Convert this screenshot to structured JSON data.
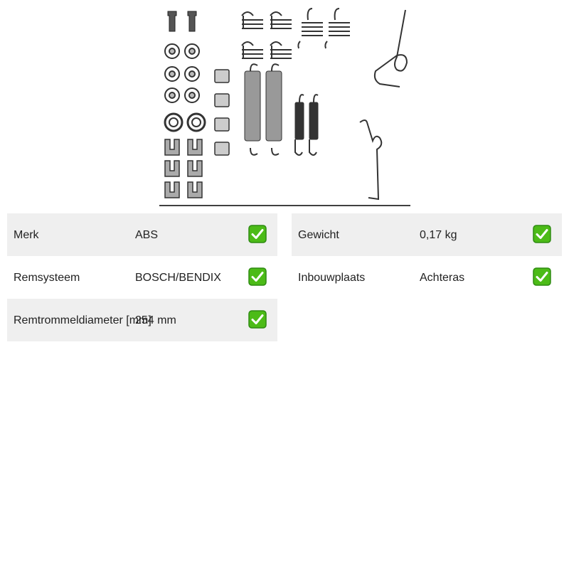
{
  "specs": {
    "left": [
      {
        "label": "Merk",
        "value": "ABS",
        "checked": true
      },
      {
        "label": "Remsysteem",
        "value": "BOSCH/BENDIX",
        "checked": true
      },
      {
        "label": "Remtrommeldiameter [mm]",
        "value": "254 mm",
        "checked": true
      }
    ],
    "right": [
      {
        "label": "Gewicht",
        "value": "0,17 kg",
        "checked": true
      },
      {
        "label": "Inbouwplaats",
        "value": "Achteras",
        "checked": true
      }
    ]
  },
  "colors": {
    "row_shade": "#efefef",
    "check_green": "#4cbb17",
    "check_border": "#2e8b12"
  },
  "icons": {
    "check": "check-box-icon",
    "product": "brake-shoe-fitting-kit-image"
  }
}
